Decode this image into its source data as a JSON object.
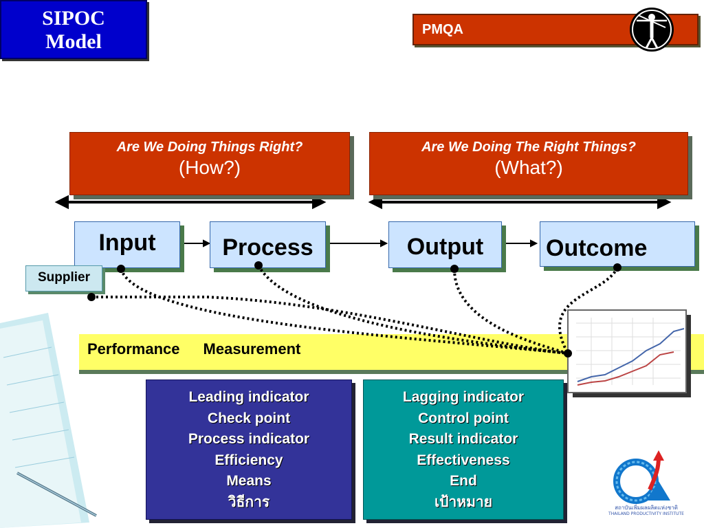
{
  "title": {
    "line1": "SIPOC",
    "line2": "Model"
  },
  "header_bar": {
    "label": "PMQA"
  },
  "questions": {
    "how": {
      "question": "Are We Doing Things Right?",
      "answer_prefix": "(",
      "answer_word": "How",
      "answer_suffix": "?)"
    },
    "what": {
      "question": "Are We Doing The Right Things?",
      "answer": "(What?)"
    }
  },
  "flow": {
    "input": "Input",
    "process": "Process",
    "output": "Output",
    "outcome": "Outcome",
    "supplier": "Supplier"
  },
  "measurement": {
    "word1": "Performance",
    "word2": "Measurement"
  },
  "leading": [
    "Leading indicator",
    "Check point",
    "Process indicator",
    "Efficiency",
    "Means",
    "วิธีการ"
  ],
  "lagging": [
    "Lagging indicator",
    "Control point",
    "Result indicator",
    "Effectiveness",
    "End",
    "เป้าหมาย"
  ],
  "logo": {
    "thai_text": "สถาบันเพิ่มผลผลิตแห่งชาติ",
    "english_text": "THAILAND PRODUCTIVITY INSTITUTE"
  },
  "colors": {
    "title_blue": "#0000cc",
    "red": "#cc3300",
    "node_blue": "#cce4ff",
    "yellow": "#ffff66",
    "indigo": "#333399",
    "teal": "#009999"
  }
}
